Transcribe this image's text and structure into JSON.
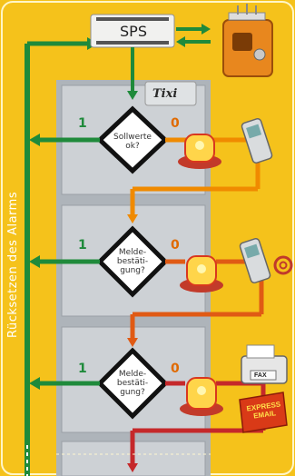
{
  "diagram": {
    "sps_label": "SPS",
    "side_label": "Rücksetzen des Alarms",
    "brand": "Tixi",
    "steps": [
      {
        "question": "Sollwerte ok?",
        "yes": "1",
        "no": "0",
        "device": "mobile-phone"
      },
      {
        "question": "Melde- bestäti- gung?",
        "yes": "1",
        "no": "0",
        "device": "mobile-phone-email"
      },
      {
        "question": "Melde- bestäti- gung?",
        "yes": "1",
        "no": "0",
        "device": "fax-express-email"
      }
    ],
    "fax_label": "FAX",
    "express_label": "EXPRESS EMAIL",
    "colors": {
      "background": "#f5c21b",
      "green": "#1f8a3b",
      "orange": "#f08a00",
      "red": "#d9371e",
      "panel": "#bfc4c9"
    },
    "icons": [
      "plc-icon",
      "machine-icon",
      "alarm-light-icon",
      "mobile-phone-icon",
      "email-at-icon",
      "fax-icon",
      "express-email-icon"
    ]
  }
}
